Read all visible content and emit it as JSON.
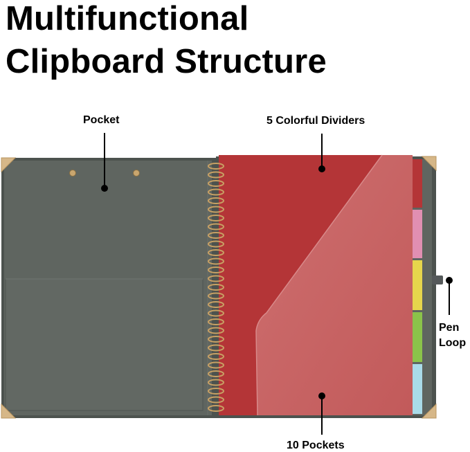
{
  "title": {
    "line1": "Multifunctional",
    "line2": "Clipboard Structure"
  },
  "callouts": {
    "pocket": "Pocket",
    "dividers": "5 Colorful Dividers",
    "pockets": "10 Pockets",
    "pen_loop_line1": "Pen",
    "pen_loop_line2": "Loop"
  },
  "colors": {
    "cover": "#5f6560",
    "cover_edge": "#4a4f4b",
    "corner": "#d6b788",
    "spiral": "#c7a064",
    "divider_red": "#b43537",
    "pocket_overlay": "#c96a6a",
    "tab_pink": "#e18fb2",
    "tab_yellow": "#e6d64c",
    "tab_green": "#8bc34a",
    "tab_blue": "#a9dbe9"
  },
  "icons": [
    "corner-protector-icon",
    "spiral-binding-icon",
    "clip-rivet-icon"
  ]
}
